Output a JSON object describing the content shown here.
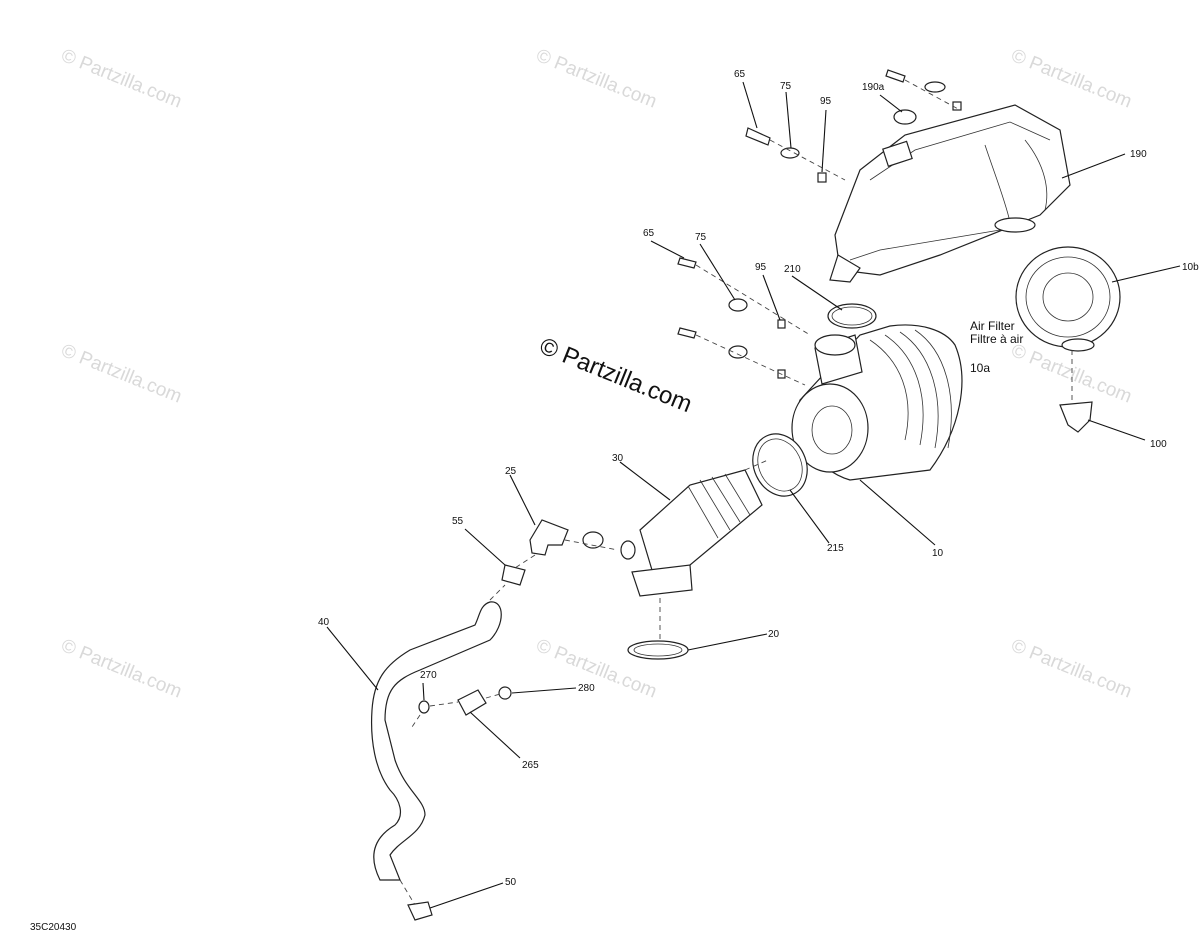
{
  "diagram": {
    "code": "35C20430",
    "watermark": "© Partzilla.com",
    "air_filter_label_en": "Air Filter",
    "air_filter_label_fr": "Filtre à air",
    "callouts": {
      "c65a": "65",
      "c75a": "75",
      "c95a": "95",
      "c190a": "190a",
      "c190": "190",
      "c65b": "65",
      "c75b": "75",
      "c95b": "95",
      "c210": "210",
      "c10b": "10b",
      "c10a": "10a",
      "c100": "100",
      "c10": "10",
      "c215": "215",
      "c30": "30",
      "c25": "25",
      "c55": "55",
      "c20": "20",
      "c40": "40",
      "c270": "270",
      "c280": "280",
      "c265": "265",
      "c50": "50"
    }
  }
}
